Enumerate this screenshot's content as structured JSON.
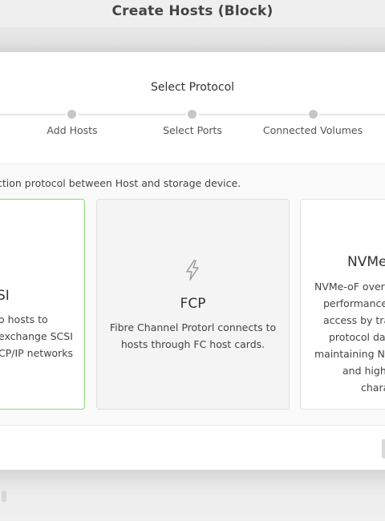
{
  "page": {
    "title": "Create Hosts (Block)"
  },
  "stepper": {
    "title": "Select Protocol",
    "steps": [
      {
        "label": "Add Hosts"
      },
      {
        "label": "Select Ports"
      },
      {
        "label": "Connected Volumes"
      }
    ]
  },
  "main": {
    "description": "ction protocol between Host and storage device.",
    "cards": {
      "iscsi": {
        "title": "SI",
        "lines": [
          "o hosts to",
          "exchange SCSI",
          "CP/IP networks"
        ],
        "selected": true
      },
      "fcp": {
        "icon": "lightning-icon",
        "title": "FCP",
        "lines": [
          "Fibre Channel Protorl connects to",
          "hosts through FC host cards."
        ]
      },
      "nvme": {
        "title": "NVMe",
        "lines": [
          "NVMe-oF over",
          "performance",
          "access by tra",
          "protocol da",
          "maintaining N",
          "and high",
          "chara"
        ]
      }
    }
  },
  "colors": {
    "selected_border": "#8fd67a",
    "step_dot": "#c6c6c6",
    "background": "#e8e8e8"
  }
}
